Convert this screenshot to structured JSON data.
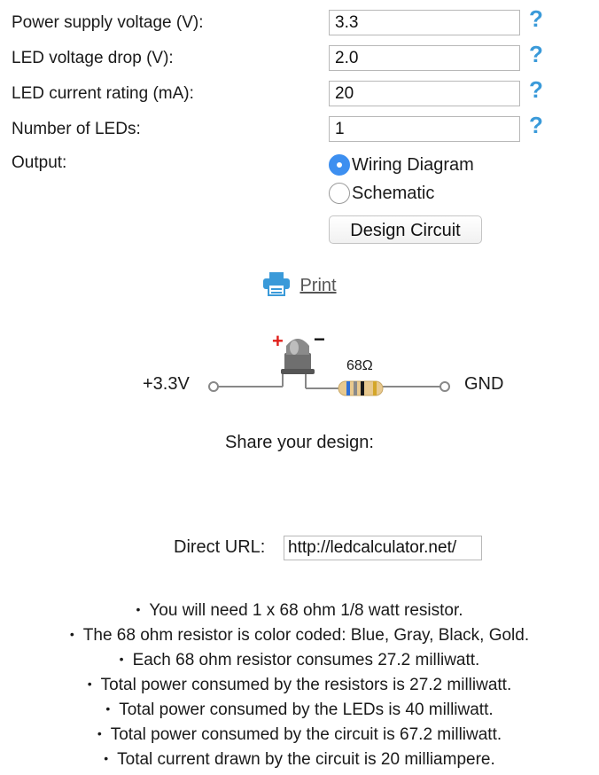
{
  "form": {
    "fields": [
      {
        "label": "Power supply voltage (V):",
        "value": "3.3"
      },
      {
        "label": "LED voltage drop (V):",
        "value": "2.0"
      },
      {
        "label": "LED current rating (mA):",
        "value": "20"
      },
      {
        "label": "Number of LEDs:",
        "value": "1"
      }
    ],
    "help_glyph": "?",
    "output_label": "Output:",
    "output_options": [
      {
        "label": "Wiring Diagram",
        "selected": true
      },
      {
        "label": "Schematic",
        "selected": false
      }
    ],
    "design_button": "Design Circuit"
  },
  "print": {
    "label": "Print",
    "icon": "printer-icon"
  },
  "diagram": {
    "supply_label": "+3.3V",
    "ground_label": "GND",
    "resistor_label": "68Ω",
    "plus_sign": "+",
    "minus_sign": "−",
    "led_color": "#6f6f6f",
    "resistor_bands": [
      "#2f6fd6",
      "#8a8a8a",
      "#1a1a1a",
      "#d4a62a"
    ]
  },
  "share": {
    "title": "Share your design:",
    "url_label": "Direct URL:",
    "url_value": "http://ledcalculator.net/"
  },
  "results": [
    "You will need 1 x 68 ohm 1/8 watt resistor.",
    "The 68 ohm resistor is color coded: Blue, Gray, Black, Gold.",
    "Each 68 ohm resistor consumes 27.2 milliwatt.",
    "Total power consumed by the resistors is 27.2 milliwatt.",
    "Total power consumed by the LEDs is 40 milliwatt.",
    "Total power consumed by the circuit is 67.2 milliwatt.",
    "Total current drawn by the circuit is 20 milliampere."
  ]
}
